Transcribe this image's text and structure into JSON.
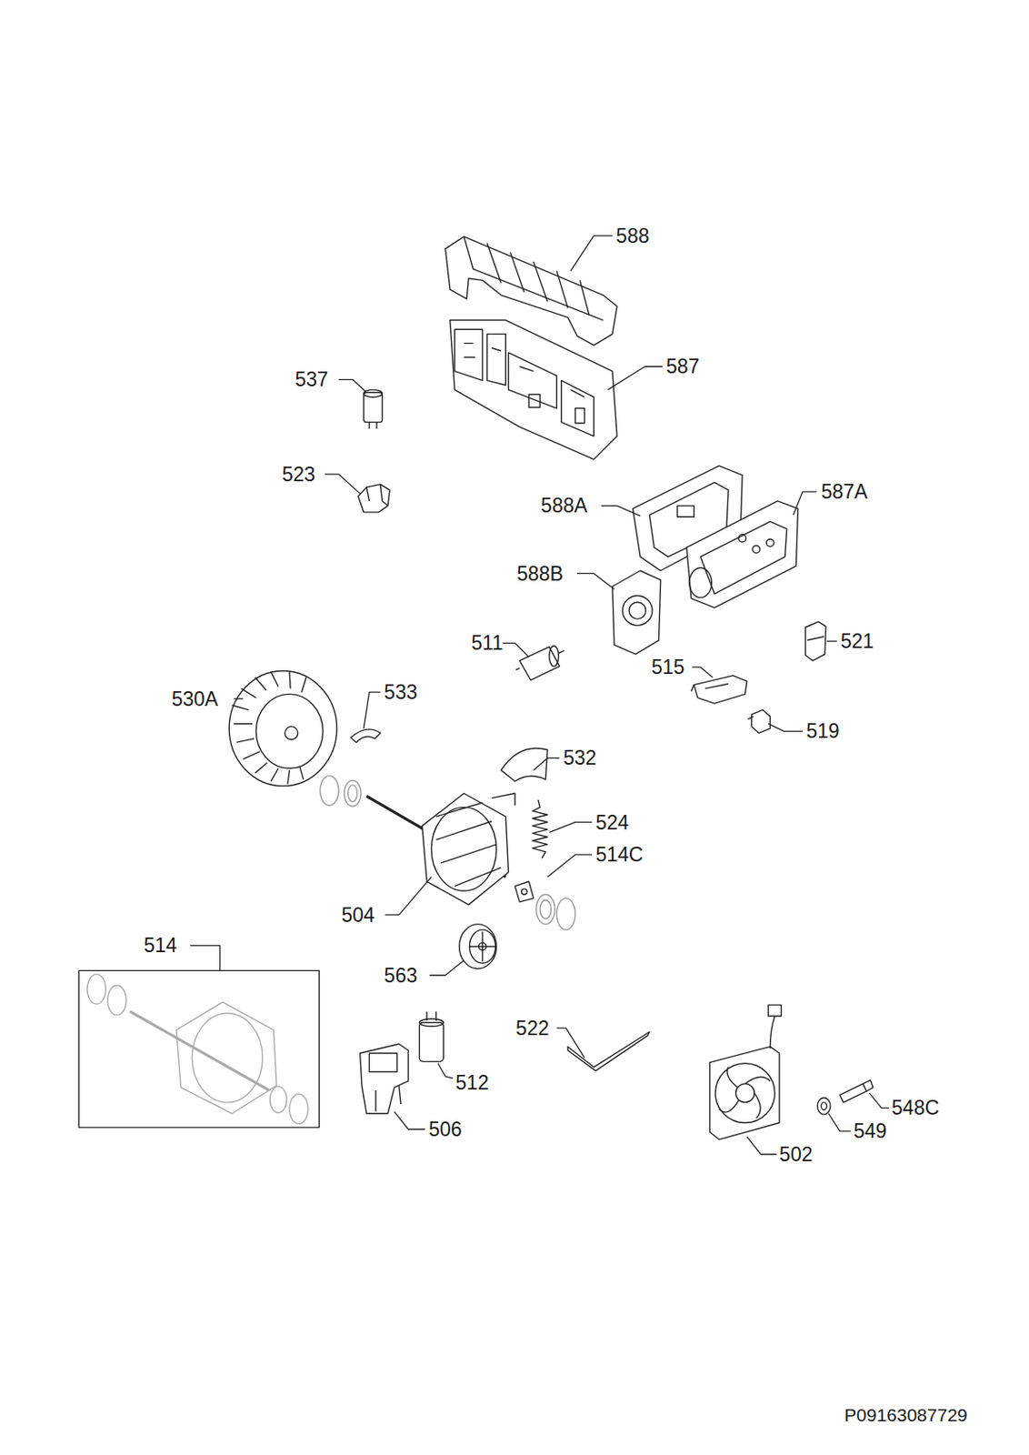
{
  "diagram": {
    "labels": [
      "588",
      "587",
      "537",
      "523",
      "588A",
      "587A",
      "588B",
      "521",
      "511",
      "515",
      "519",
      "530A",
      "533",
      "532",
      "524",
      "514C",
      "504",
      "514",
      "563",
      "522",
      "512",
      "506",
      "548C",
      "549",
      "502",
      "P09163087729"
    ]
  }
}
